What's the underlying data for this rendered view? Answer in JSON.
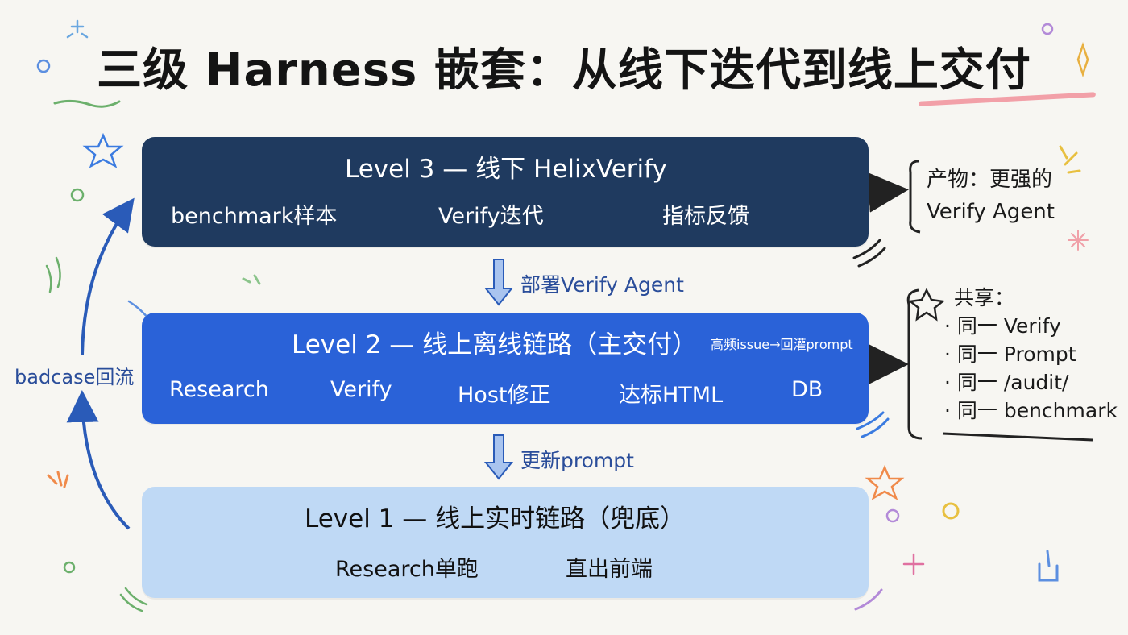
{
  "title": "三级 Harness 嵌套：从线下迭代到线上交付",
  "levels": [
    {
      "title": "Level 3 — 线下 HelixVerify",
      "steps": [
        "benchmark样本",
        "Verify迭代",
        "指标反馈"
      ]
    },
    {
      "title": "Level 2 — 线上离线链路（主交付）",
      "side_note": "高频issue→回灌prompt",
      "steps": [
        "Research",
        "Verify",
        "Host修正",
        "达标HTML",
        "DB"
      ]
    },
    {
      "title": "Level 1 — 线上实时链路（兜底）",
      "steps": [
        "Research单跑",
        "直出前端"
      ]
    }
  ],
  "transitions": {
    "l3_to_l2": "部署Verify Agent",
    "l2_to_l1": "更新prompt"
  },
  "feedback": "badcase回流",
  "product": {
    "line1": "产物：更强的",
    "line2": "Verify Agent"
  },
  "shared": {
    "title": "共享：",
    "items": [
      "· 同一 Verify",
      "· 同一 Prompt",
      "· 同一 /audit/",
      "· 同一 benchmark"
    ]
  },
  "colors": {
    "level3": "#1f3a5f",
    "level2": "#2a62d8",
    "level1": "#bfd9f5",
    "accent_blue": "#2a4d9a"
  }
}
